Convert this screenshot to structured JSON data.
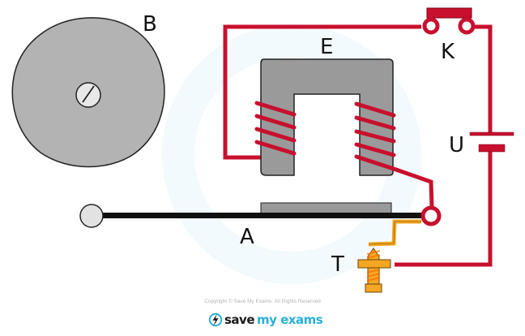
{
  "diagram": {
    "title": "Electric bell circuit",
    "labels": {
      "bell": "B",
      "electromagnet": "E",
      "switch": "K",
      "cell": "U",
      "armature": "A",
      "contact_screw": "T"
    },
    "colors": {
      "wire": "#c8102e",
      "iron_core": "#9a9a9a",
      "bell_gong": "#b3b3b3",
      "armature_rod": "#111111",
      "contact": "#f5a623",
      "outline": "#222222"
    },
    "components": [
      {
        "id": "B",
        "name": "bell gong"
      },
      {
        "id": "E",
        "name": "U-shaped electromagnet with coils"
      },
      {
        "id": "K",
        "name": "push switch"
      },
      {
        "id": "U",
        "name": "cell / battery"
      },
      {
        "id": "A",
        "name": "armature with hammer"
      },
      {
        "id": "T",
        "name": "contact screw"
      }
    ]
  },
  "footer": {
    "copyright": "Copyright © Save My Exams. All Rights Reserved",
    "brand_save": "save",
    "brand_rest": "my exams"
  }
}
